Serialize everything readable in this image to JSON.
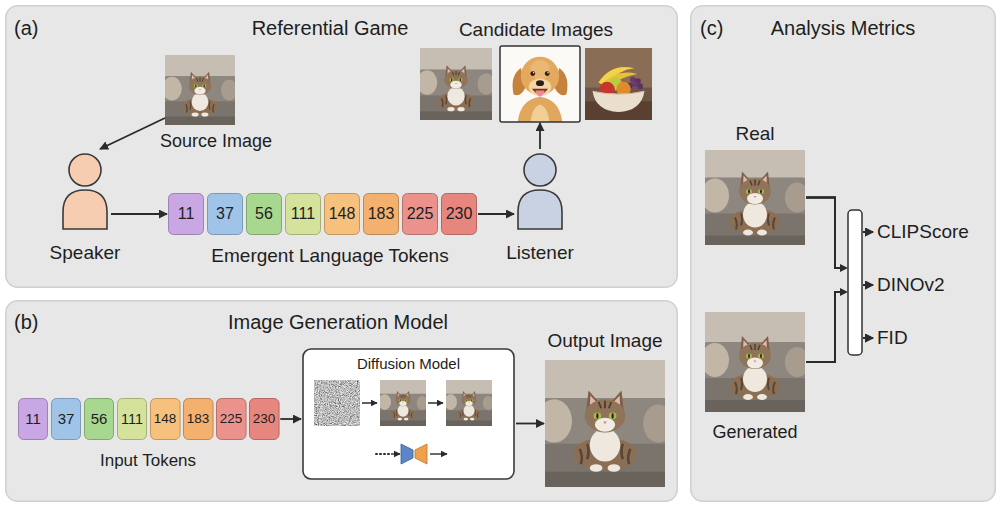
{
  "diagram": {
    "nodes": [
      {
        "text": [
          "(a)",
          "Referential Game"
        ]
      },
      {
        "text": [
          "Source Image"
        ],
        "in": 0
      },
      {
        "text": [
          "Speaker"
        ],
        "in": 0
      },
      {
        "text": [
          "11"
        ],
        "in": 0
      },
      {
        "text": [
          "37"
        ],
        "in": 0
      },
      {
        "text": [
          "56"
        ],
        "in": 0
      },
      {
        "text": [
          "111"
        ],
        "in": 0
      },
      {
        "text": [
          "148"
        ],
        "in": 0
      },
      {
        "text": [
          "183"
        ],
        "in": 0
      },
      {
        "text": [
          "225"
        ],
        "in": 0
      },
      {
        "text": [
          "230"
        ],
        "in": 0
      },
      {
        "text": [
          "Listener"
        ],
        "in": 0
      },
      {
        "text": [
          "Candidate Images"
        ],
        "in": 0
      },
      {
        "text": [
          "(b)",
          "Image Generation Model"
        ]
      },
      {
        "text": [
          "11"
        ],
        "in": 13
      },
      {
        "text": [
          "37"
        ],
        "in": 13
      },
      {
        "text": [
          "56"
        ],
        "in": 13
      },
      {
        "text": [
          "111"
        ],
        "in": 13
      },
      {
        "text": [
          "148"
        ],
        "in": 13
      },
      {
        "text": [
          "183"
        ],
        "in": 13
      },
      {
        "text": [
          "225"
        ],
        "in": 13
      },
      {
        "text": [
          "230"
        ],
        "in": 13
      },
      {
        "text": [
          "Diffusion Model"
        ],
        "in": 13
      },
      {
        "text": [
          "Output Image"
        ],
        "in": 13
      },
      {
        "text": [
          "(c)",
          "Analysis Metrics"
        ]
      },
      {
        "text": [
          "Real"
        ],
        "in": 24
      },
      {
        "text": [
          "Generated"
        ],
        "in": 24
      },
      {
        "text": [
          "CLIPScore"
        ],
        "in": 24
      },
      {
        "text": [
          "DINOv2"
        ],
        "in": 24
      },
      {
        "text": [
          "FID"
        ],
        "in": 24
      }
    ],
    "edges": [
      {
        "from": 1,
        "to": 2,
        "arrow": "to"
      },
      {
        "from": 2,
        "to": 3,
        "arrow": "to"
      },
      {
        "from": 10,
        "to": 11,
        "arrow": "to"
      },
      {
        "from": 11,
        "to": 12,
        "arrow": "to"
      },
      {
        "from": 21,
        "to": 22,
        "arrow": "to"
      },
      {
        "from": 22,
        "to": 23,
        "arrow": "to"
      },
      {
        "from": 25,
        "to": 27,
        "arrow": "to"
      },
      {
        "from": 25,
        "to": 28,
        "arrow": "to"
      },
      {
        "from": 25,
        "to": 29,
        "arrow": "to"
      },
      {
        "from": 26,
        "to": 27,
        "arrow": "to"
      },
      {
        "from": 26,
        "to": 28,
        "arrow": "to"
      },
      {
        "from": 26,
        "to": 29,
        "arrow": "to"
      }
    ],
    "labels": [
      "Emergent Language Tokens",
      "Input Tokens"
    ]
  }
}
